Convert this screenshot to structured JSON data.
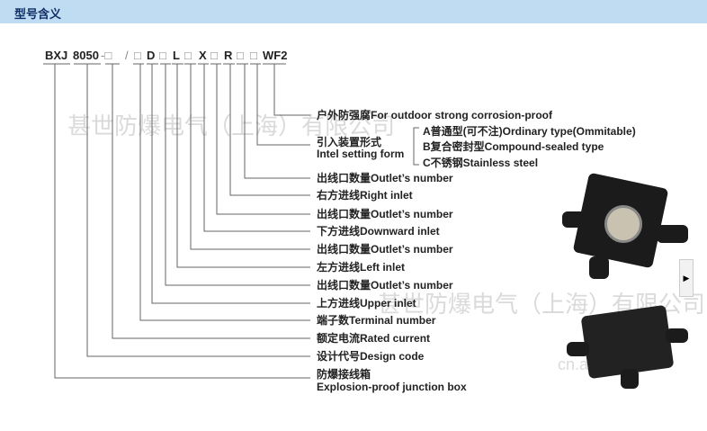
{
  "header": {
    "title": "型号含义"
  },
  "codes": [
    "BXJ",
    "8050",
    "-□",
    "/",
    "□",
    "D",
    "□",
    "L",
    "□",
    "X",
    "□",
    "R",
    "□",
    "□",
    "WF2"
  ],
  "labels": {
    "outdoor": "户外防强腐For outdoor strong corrosion-proof",
    "intel_cn": "引入装置形式",
    "intel_en": "Intel setting form",
    "opt_a": "A普通型(可不注)Ordinary type(Ommitable)",
    "opt_b": "B复合密封型Compound-sealed type",
    "opt_c": "C不锈钢Stainless steel",
    "outlet1": "出线口数量Outlet’s number",
    "right": "右方进线Right inlet",
    "outlet2": "出线口数量Outlet’s number",
    "down": "下方进线Downward inlet",
    "outlet3": "出线口数量Outlet’s number",
    "left": "左方进线Left inlet",
    "outlet4": "出线口数量Outlet’s number",
    "upper": "上方进线Upper inlet",
    "terminal": "端子数Terminal number",
    "rated": "额定电流Rated current",
    "design": "设计代号Design code",
    "box_cn": "防爆接线箱",
    "box_en": "Explosion-proof junction box"
  },
  "watermarks": [
    "甚世防爆电气（上海）有限公司",
    "甚世防爆电气（上海）有限公司",
    "cn.alibaba"
  ],
  "scroll_arrow": "▶"
}
